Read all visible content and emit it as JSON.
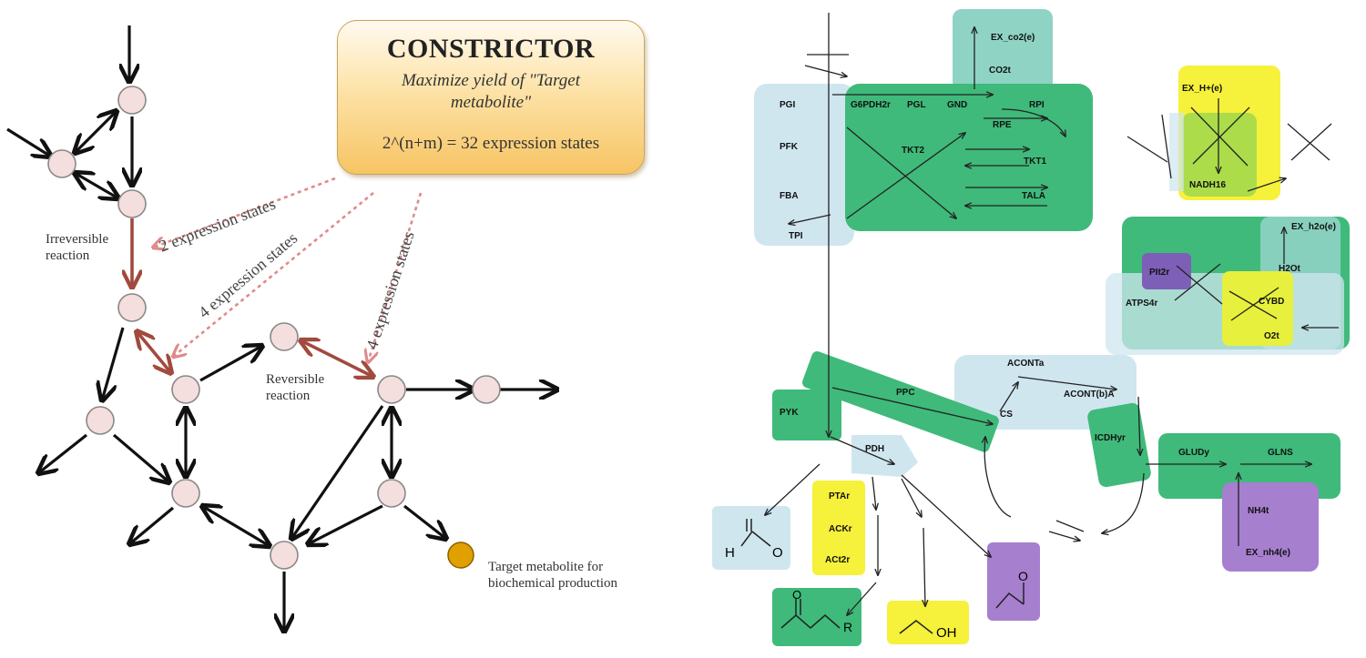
{
  "constrictor": {
    "title": "CONSTRICTOR",
    "subtitle": "Maximize yield of \"Target metabolite\"",
    "states": "2^(n+m) = 32 expression states"
  },
  "annotations": {
    "expr2": "2 expression states",
    "expr4a": "4 expression states",
    "expr4b": "4 expression states",
    "irreversible": "Irreversible reaction",
    "reversible": "Reversible reaction",
    "target": "Target metabolite for biochemical production"
  },
  "map_labels": {
    "EX_co2e": "EX_co2(e)",
    "CO2t": "CO2t",
    "G6PDH2r": "G6PDH2r",
    "PGL": "PGL",
    "GND": "GND",
    "RPI": "RPI",
    "RPE": "RPE",
    "TKT2": "TKT2",
    "TKT1": "TKT1",
    "TALA": "TALA",
    "PGI": "PGI",
    "PFK": "PFK",
    "FBA": "FBA",
    "TPI": "TPI",
    "EX_h2e_top": "EX_H+(e)",
    "NADH16": "NADH16",
    "EX_h2oe": "EX_h2o(e)",
    "PIt2r": "PIt2r",
    "H2Ot": "H2Ot",
    "ATPS4r": "ATPS4r",
    "CYBD": "CYBD",
    "O2t": "O2t",
    "ACONTa": "ACONTa",
    "ACONTb": "ACONT(b)A",
    "PPC": "PPC",
    "CS": "CS",
    "PYK": "PYK",
    "PDH": "PDH",
    "ICDHyr": "ICDHyr",
    "GLUDy": "GLUDy",
    "GLNS": "GLNS",
    "NH4t": "NH4t",
    "EX_nh4e": "EX_nh4(e)",
    "PTAr": "PTAr",
    "ACKr": "ACKr",
    "ACt2r": "ACt2r",
    "formate_H": "H",
    "formate_O": "O",
    "ethanol_OH": "OH",
    "ester_O": "O",
    "ester_R": "R",
    "acetald_O": "O"
  },
  "colors": {
    "node_fill": "#f5dede",
    "node_stroke": "#888888",
    "arrow": "#111111",
    "red_path": "#a14a3e",
    "dotted": "#e08a8a",
    "target_fill": "#e0a000",
    "green_box": "#3fba7a",
    "light_blue_box": "#cfe6ef",
    "teal_box": "#8fd3c4",
    "yellow_box": "#f6f13a",
    "purple_box": "#a77fcf"
  }
}
